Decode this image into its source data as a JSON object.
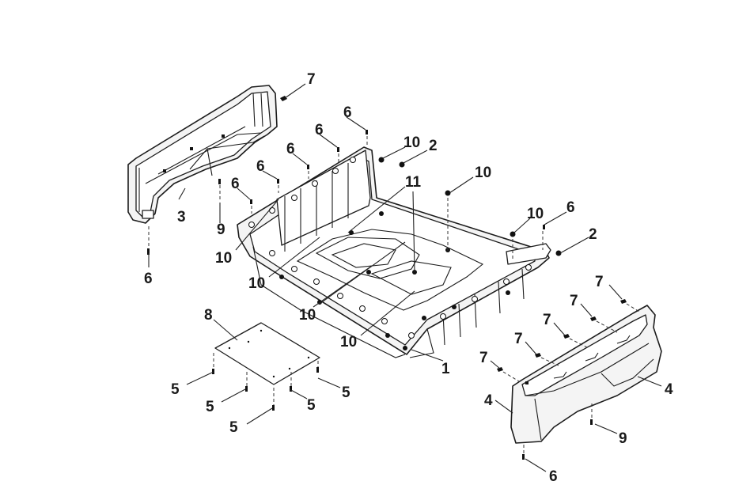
{
  "diagram": {
    "labels": {
      "l1": "1",
      "l2a": "2",
      "l2b": "2",
      "l3": "3",
      "l4a": "4",
      "l4b": "4",
      "l5a": "5",
      "l5b": "5",
      "l5c": "5",
      "l5d": "5",
      "l5e": "5",
      "l6a": "6",
      "l6b": "6",
      "l6c": "6",
      "l6d": "6",
      "l6e": "6",
      "l6f": "6",
      "l6g": "6",
      "l6h": "6",
      "l7a": "7",
      "l7b": "7",
      "l7c": "7",
      "l7d": "7",
      "l7e": "7",
      "l7f": "7",
      "l8": "8",
      "l9a": "9",
      "l9b": "9",
      "l10a": "10",
      "l10b": "10",
      "l10c": "10",
      "l10d": "10",
      "l10e": "10",
      "l10f": "10",
      "l10g": "10",
      "l11": "11"
    }
  }
}
